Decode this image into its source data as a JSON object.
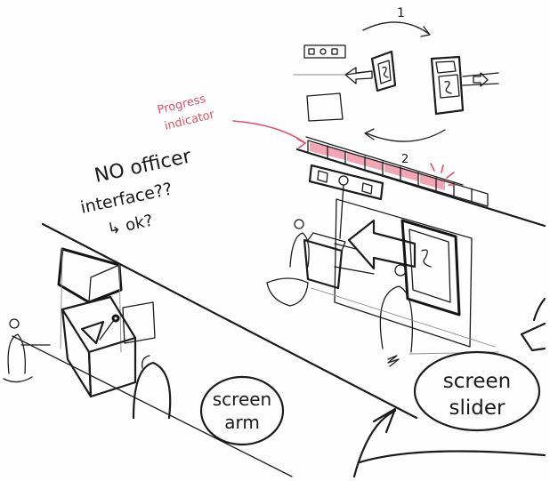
{
  "annotations": {
    "step_1": "1",
    "step_2": "2",
    "progress_line1": "Progress",
    "progress_line2": "indicator",
    "officer_line1": "NO officer",
    "officer_line2": "interface??",
    "officer_line3": "↳ ok?"
  },
  "bubbles": {
    "screen_arm_line1": "screen",
    "screen_arm_line2": "arm",
    "screen_slider_line1": "screen",
    "screen_slider_line2": "slider"
  },
  "colors": {
    "ink": "#1c1c1c",
    "highlight": "#e0506a",
    "highlight_fill": "#f2a5b3",
    "paper": "#fefefe"
  }
}
